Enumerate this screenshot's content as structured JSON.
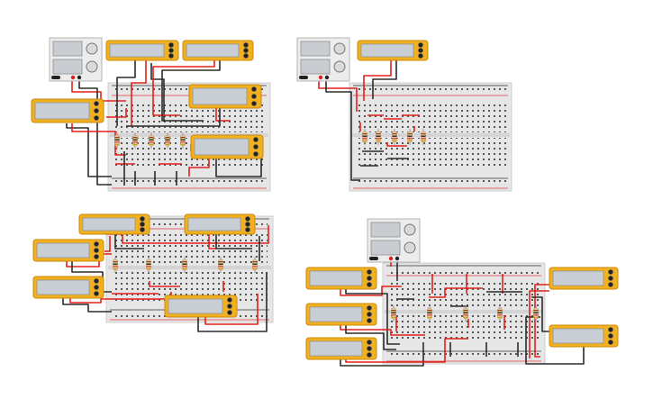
{
  "canvas": {
    "background": "#ffffff"
  },
  "colors": {
    "board": "#e6e6e6",
    "board_edge": "#cfcfcf",
    "hole": "#3a3a3a",
    "rail_red": "#e53935",
    "rail_dark": "#333333",
    "wire_red": "#e0201c",
    "wire_black": "#2b2b2b",
    "meter_body": "#f2b01e",
    "meter_edge": "#c98a0a",
    "meter_screen": "#c8ced4",
    "psu_body": "#ececec",
    "psu_screen": "#c9cdd2",
    "resistor_body": "#e3c89a"
  },
  "circuits": [
    {
      "label": "circuit-top-left",
      "has_power_supply": true,
      "meter_count": 5,
      "resistor_count": 5
    },
    {
      "label": "circuit-top-right",
      "has_power_supply": true,
      "meter_count": 1,
      "resistor_count": 5
    },
    {
      "label": "circuit-bottom-left",
      "has_power_supply": false,
      "meter_count": 5,
      "resistor_count": 5
    },
    {
      "label": "circuit-bottom-right",
      "has_power_supply": true,
      "meter_count": 5,
      "resistor_count": 5
    }
  ]
}
